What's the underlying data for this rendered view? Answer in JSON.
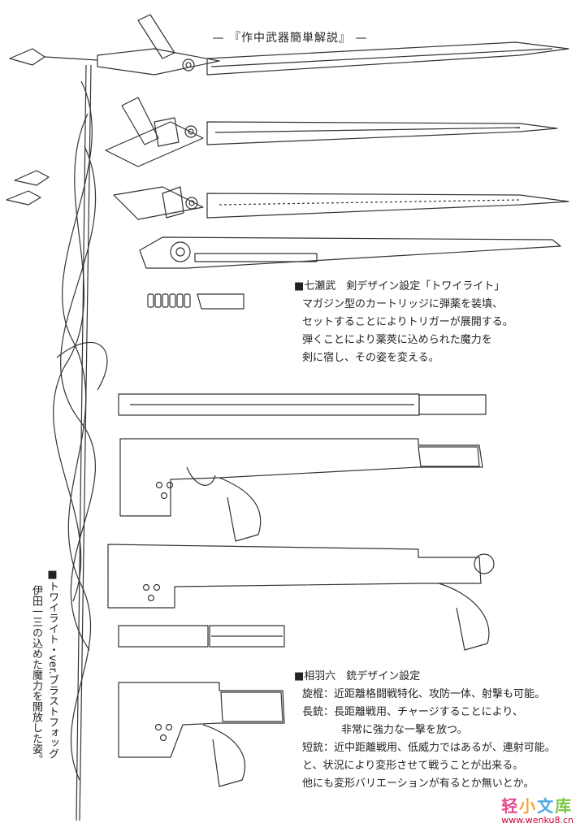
{
  "page": {
    "title": "— 『作中武器簡単解説』 —"
  },
  "sword_caption": {
    "heading": "■七瀬武　剣デザイン設定「トワイライト」",
    "lines": [
      "マガジン型のカートリッジに弾薬を装填、",
      "セットすることによりトリガーが展開する。",
      "弾くことにより薬莢に込められた魔力を",
      "剣に宿し、その姿を変える。"
    ]
  },
  "gun_caption": {
    "heading": "■相羽六　銃デザイン設定",
    "lines": [
      "旋棍：近距離格闘戦特化、攻防一体、射撃も可能。",
      "長銃：長距離戦用、チャージすることにより、",
      "非常に強力な一撃を放つ。",
      "短銃：近中距離戦用、低威力ではあるが、連射可能。",
      "と、状況により変形させて戦うことが出来る。",
      "他にも変形バリエーションが有るとか無いとか。"
    ]
  },
  "vertical_caption": {
    "line1": "■トワイライト・ver.ブラストフォッグ",
    "line2": "伊田一三の込めた魔力を開放した姿。"
  },
  "watermark": {
    "logo": [
      "轻",
      "小",
      "文",
      "库"
    ],
    "url": "www.wenku8.cn"
  }
}
